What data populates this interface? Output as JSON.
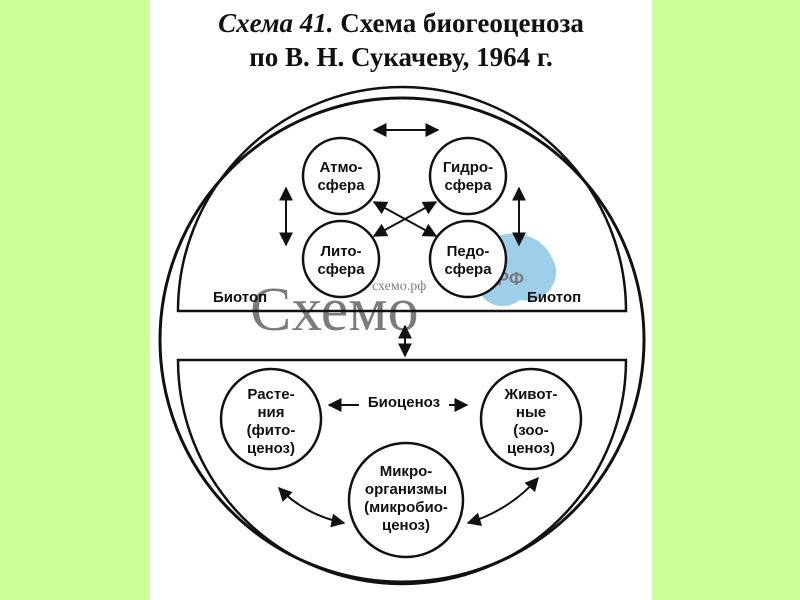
{
  "title": {
    "lead": "Схема 41.",
    "line1_rest": " Схема биогеоценоза",
    "line2": "по В. Н. Сукачеву, 1964 г."
  },
  "biotop_left": "Биотоп",
  "biotop_right": "Биотоп",
  "biocenosis_label": "Биоценоз",
  "biotope_nodes": [
    {
      "lines": [
        "Атмо-",
        "сфера"
      ]
    },
    {
      "lines": [
        "Гидро-",
        "сфера"
      ]
    },
    {
      "lines": [
        "Лито-",
        "сфера"
      ]
    },
    {
      "lines": [
        "Педо-",
        "сфера"
      ]
    }
  ],
  "biocenosis_nodes": [
    {
      "lines": [
        "Расте-",
        "ния",
        "(фито-",
        "ценоз)"
      ]
    },
    {
      "lines": [
        "Живот-",
        "ные",
        "(зоо-",
        "ценоз)"
      ]
    },
    {
      "lines": [
        "Микро-",
        "организмы",
        "(микробио-",
        "ценоз)"
      ]
    }
  ],
  "watermark": {
    "main": "Схемо",
    "small": "схемо.рф",
    "badge": "РФ",
    "color": "#4fa8d8"
  }
}
